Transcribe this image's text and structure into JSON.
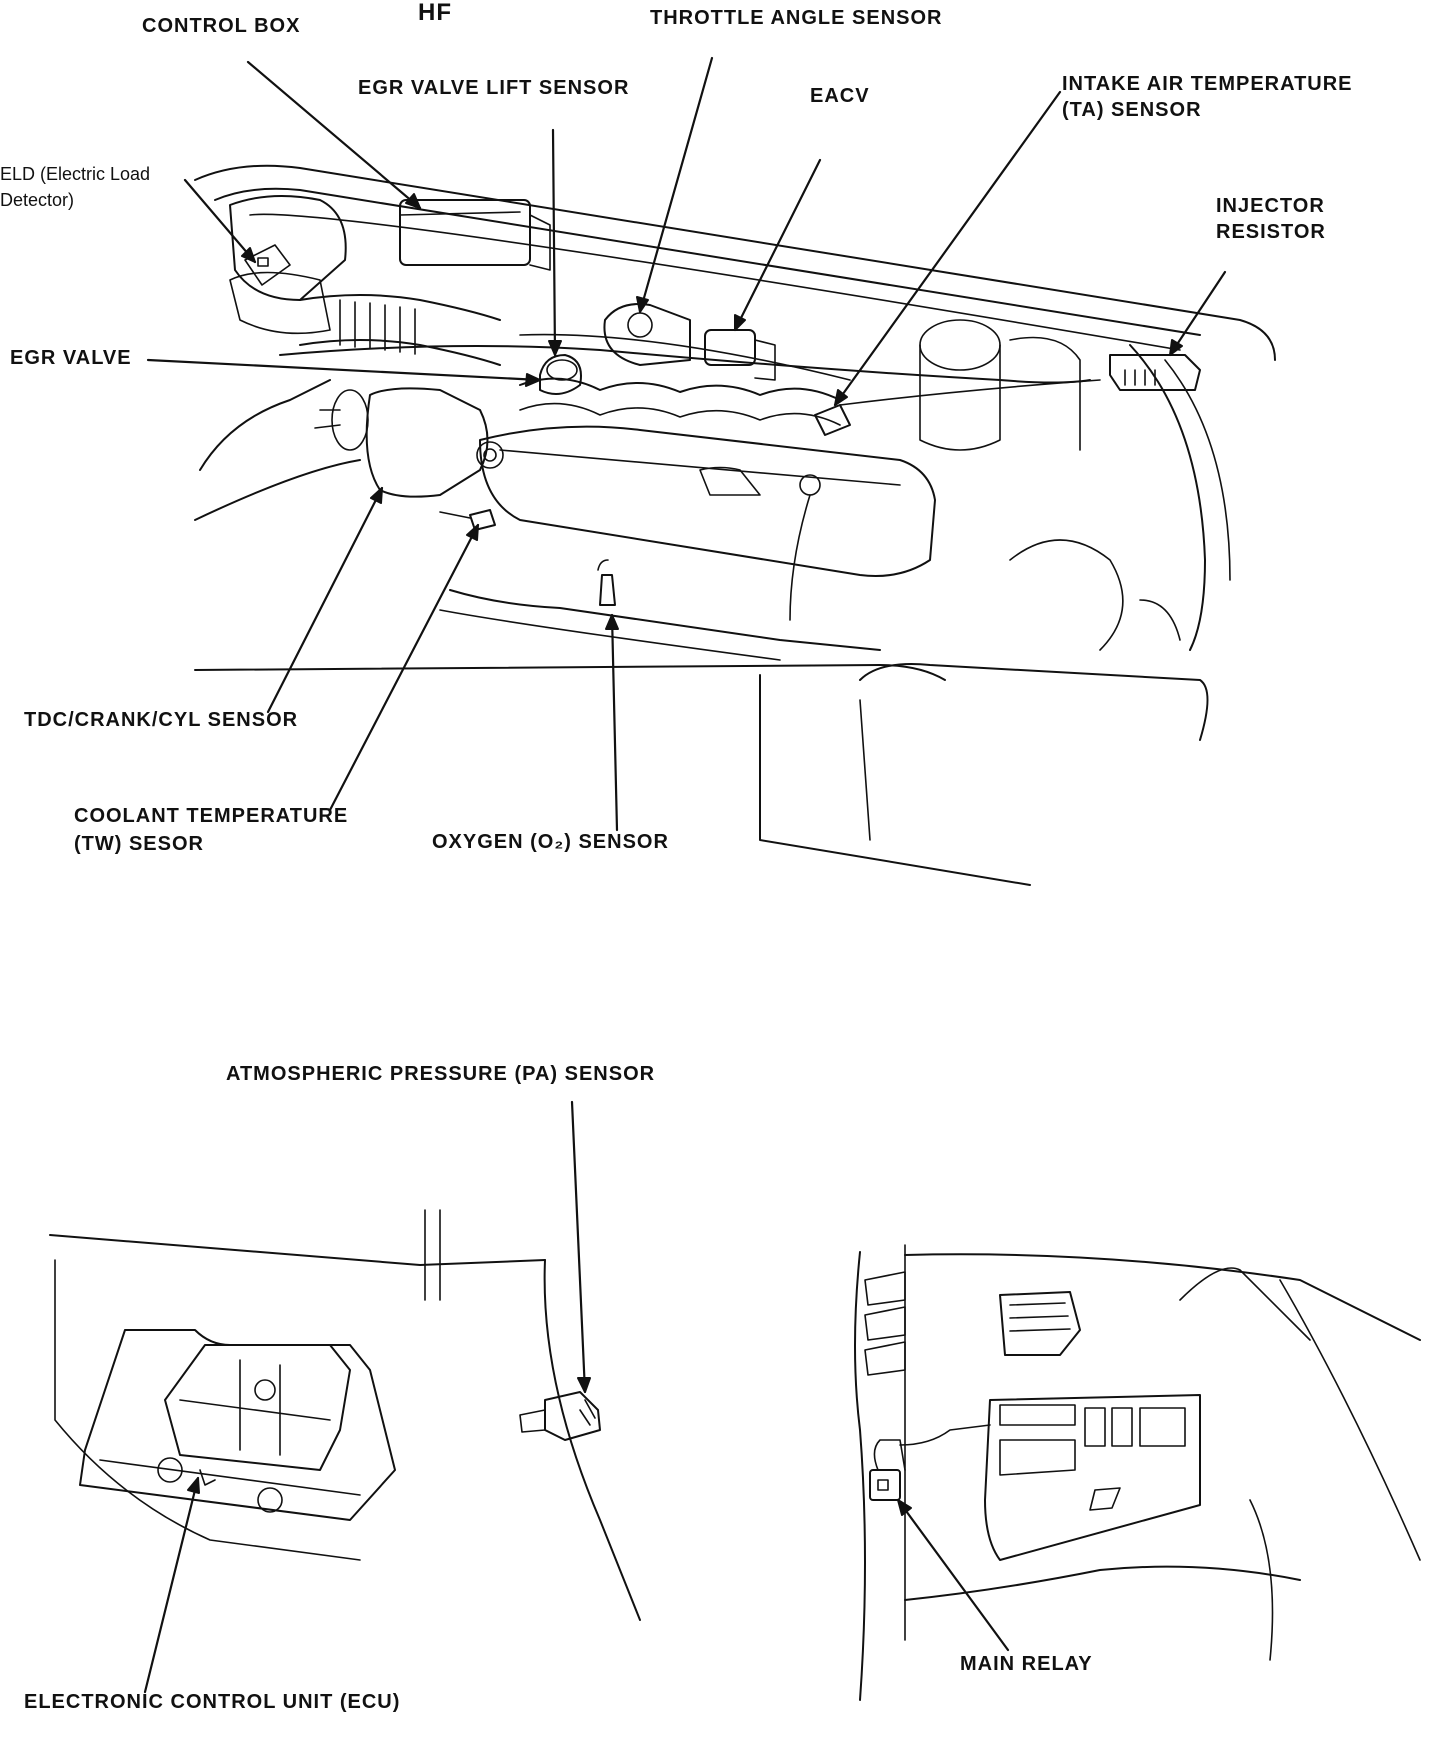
{
  "title": "HF",
  "engine_bay": {
    "labels": {
      "control_box": "CONTROL BOX",
      "throttle_angle_sensor": "THROTTLE ANGLE SENSOR",
      "egr_valve_lift_sensor": "EGR VALVE LIFT SENSOR",
      "eacv": "EACV",
      "intake_air_temp_line1": "INTAKE AIR TEMPERATURE",
      "intake_air_temp_line2": "(TA) SENSOR",
      "eld_line1": "ELD (Electric Load",
      "eld_line2": "Detector)",
      "injector_resistor_line1": "INJECTOR",
      "injector_resistor_line2": "RESISTOR",
      "egr_valve": "EGR VALVE",
      "tdc_crank_cyl_sensor": "TDC/CRANK/CYL SENSOR",
      "coolant_temp_line1": "COOLANT TEMPERATURE",
      "coolant_temp_line2": "(TW) SESOR",
      "oxygen_sensor": "OXYGEN (O₂) SENSOR"
    }
  },
  "passenger_footwell": {
    "labels": {
      "atmospheric_pressure_sensor": "ATMOSPHERIC PRESSURE (PA) SENSOR",
      "ecu": "ELECTRONIC CONTROL UNIT (ECU)"
    }
  },
  "driver_dash": {
    "labels": {
      "main_relay": "MAIN RELAY"
    }
  }
}
